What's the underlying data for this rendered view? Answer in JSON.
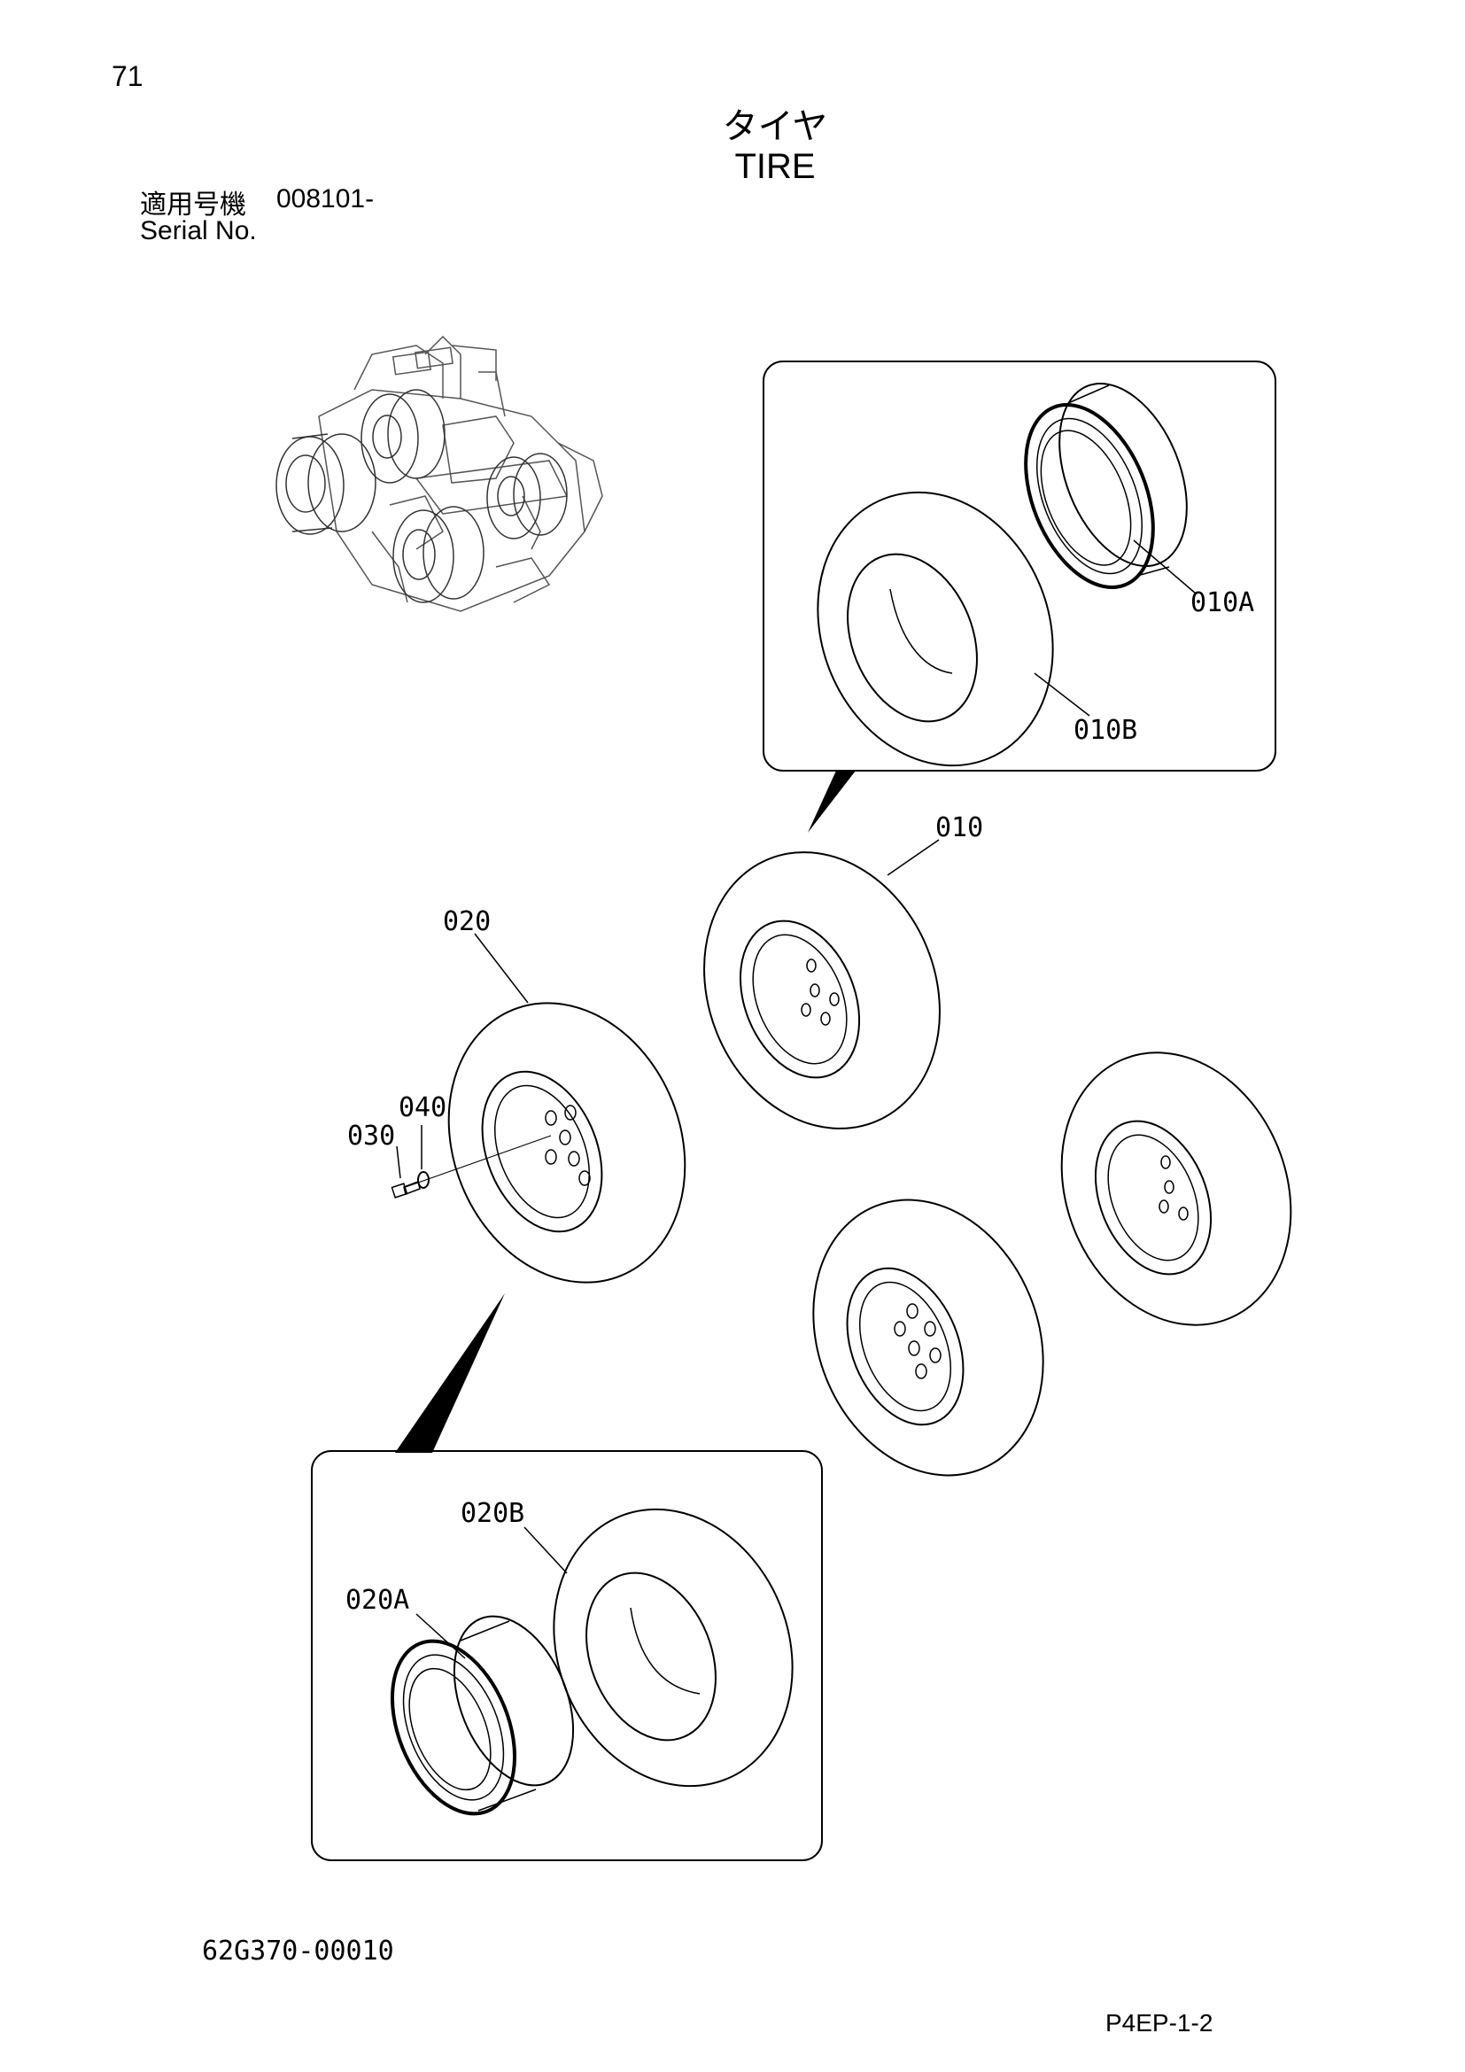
{
  "page": {
    "number": "71",
    "title_jp": "タイヤ",
    "title_en": "TIRE",
    "serial_label_jp": "適用号機",
    "serial_value": "008101-",
    "serial_label_en": "Serial No.",
    "drawing_code": "62G370-00010",
    "page_code": "P4EP-1-2"
  },
  "callouts": {
    "p010": "010",
    "p010A": "010A",
    "p010B": "010B",
    "p020": "020",
    "p020A": "020A",
    "p020B": "020B",
    "p030": "030",
    "p040": "040"
  }
}
